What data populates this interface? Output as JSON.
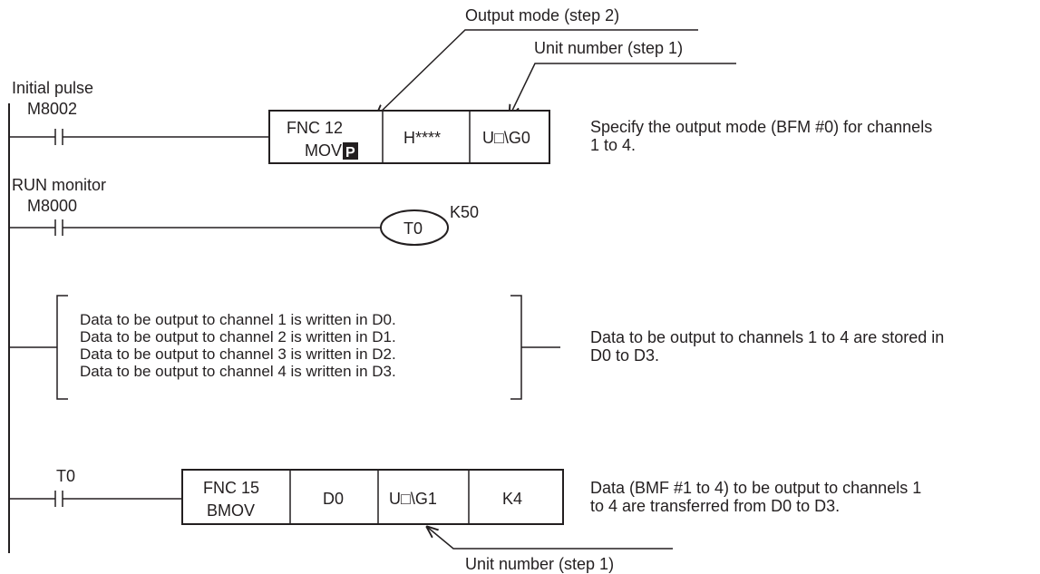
{
  "callouts": {
    "output_mode": "Output mode  (step  2)",
    "unit_number_top": "Unit  number  (step  1)",
    "unit_number_bottom": "Unit  number  (step  1)"
  },
  "rung1": {
    "label": "Initial  pulse",
    "contact": "M8002",
    "instr_line1": "FNC  12",
    "instr_line2": "MOV",
    "pulse_suffix": "P",
    "operand1": "H****",
    "operand2": "U□\\G0",
    "comment_line1": "Specify the output mode (BFM #0) for channels",
    "comment_line2": "1 to 4."
  },
  "rung2": {
    "label": "RUN  monitor",
    "contact": "M8000",
    "coil": "T0",
    "setpoint": "K50"
  },
  "rung3": {
    "lines": [
      "Data to be output to channel 1 is written in D0.",
      "Data to be output to channel 2 is written in D1.",
      "Data to be output to channel 3 is written in D2.",
      "Data to be output to channel 4 is written in D3."
    ],
    "comment_line1": "Data to be output to channels 1 to 4 are stored in",
    "comment_line2": "D0 to D3."
  },
  "rung4": {
    "contact": "T0",
    "instr_line1": "FNC  15",
    "instr_line2": "BMOV",
    "operand1": "D0",
    "operand2": "U□\\G1",
    "operand3": "K4",
    "comment_line1": "Data (BMF #1 to 4) to be output to channels 1",
    "comment_line2": "to 4 are transferred from D0 to D3."
  }
}
